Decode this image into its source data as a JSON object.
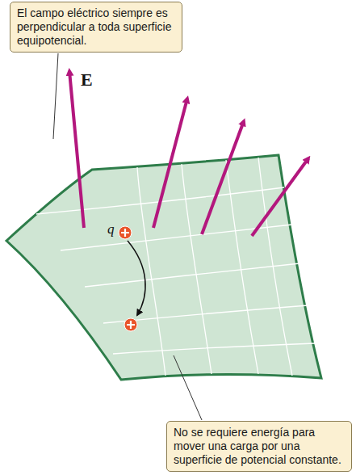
{
  "diagram": {
    "nodes": [
      {
        "text": [
          "El campo eléctrico siempre es perpendicular a toda superficie equipotencial."
        ]
      },
      {
        "text": [
          "No se requiere energía para mover una carga por una superficie de potencial constante."
        ]
      }
    ],
    "labels": [
      "E",
      "q"
    ]
  }
}
